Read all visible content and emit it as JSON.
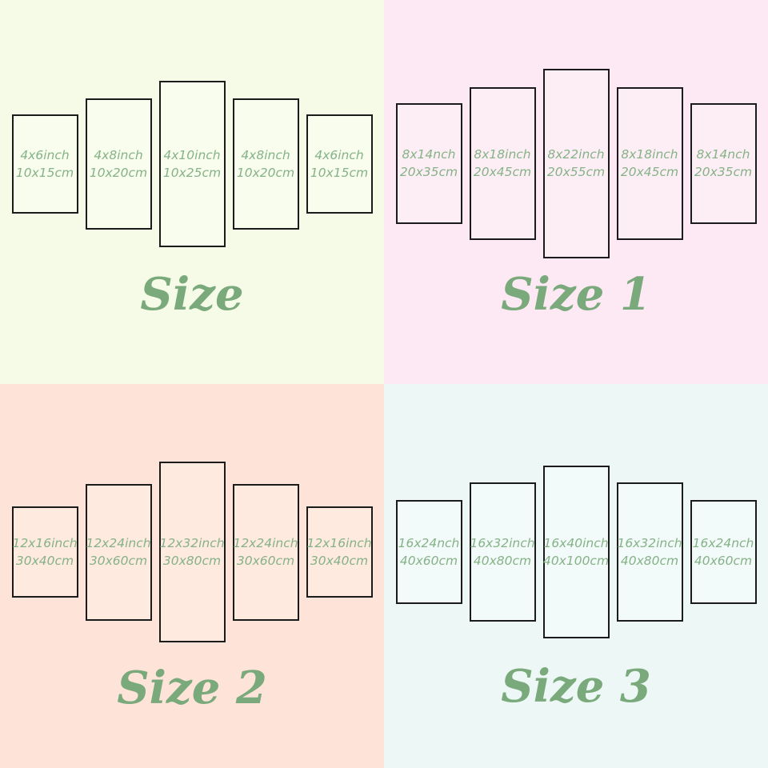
{
  "colors": {
    "title_green": "#7aa97c",
    "panel_text_green": "#85b287",
    "panel_border": "#1b1b1b",
    "bg_top_left": "#f5fbe7",
    "bg_top_right": "#fde9f3",
    "bg_bottom_left": "#fee4d8",
    "bg_bottom_right": "#edf8f6"
  },
  "quadrants": [
    {
      "title": "Size",
      "panels": [
        {
          "inch": "4x6inch",
          "cm": "10x15cm"
        },
        {
          "inch": "4x8inch",
          "cm": "10x20cm"
        },
        {
          "inch": "4x10inch",
          "cm": "10x25cm"
        },
        {
          "inch": "4x8inch",
          "cm": "10x20cm"
        },
        {
          "inch": "4x6inch",
          "cm": "10x15cm"
        }
      ]
    },
    {
      "title": "Size 1",
      "panels": [
        {
          "inch": "8x14nch",
          "cm": "20x35cm"
        },
        {
          "inch": "8x18inch",
          "cm": "20x45cm"
        },
        {
          "inch": "8x22inch",
          "cm": "20x55cm"
        },
        {
          "inch": "8x18inch",
          "cm": "20x45cm"
        },
        {
          "inch": "8x14nch",
          "cm": "20x35cm"
        }
      ]
    },
    {
      "title": "Size 2",
      "panels": [
        {
          "inch": "12x16inch",
          "cm": "30x40cm"
        },
        {
          "inch": "12x24inch",
          "cm": "30x60cm"
        },
        {
          "inch": "12x32inch",
          "cm": "30x80cm"
        },
        {
          "inch": "12x24inch",
          "cm": "30x60cm"
        },
        {
          "inch": "12x16inch",
          "cm": "30x40cm"
        }
      ]
    },
    {
      "title": "Size 3",
      "panels": [
        {
          "inch": "16x24nch",
          "cm": "40x60cm"
        },
        {
          "inch": "16x32inch",
          "cm": "40x80cm"
        },
        {
          "inch": "16x40inch",
          "cm": "40x100cm"
        },
        {
          "inch": "16x32inch",
          "cm": "40x80cm"
        },
        {
          "inch": "16x24nch",
          "cm": "40x60cm"
        }
      ]
    }
  ]
}
